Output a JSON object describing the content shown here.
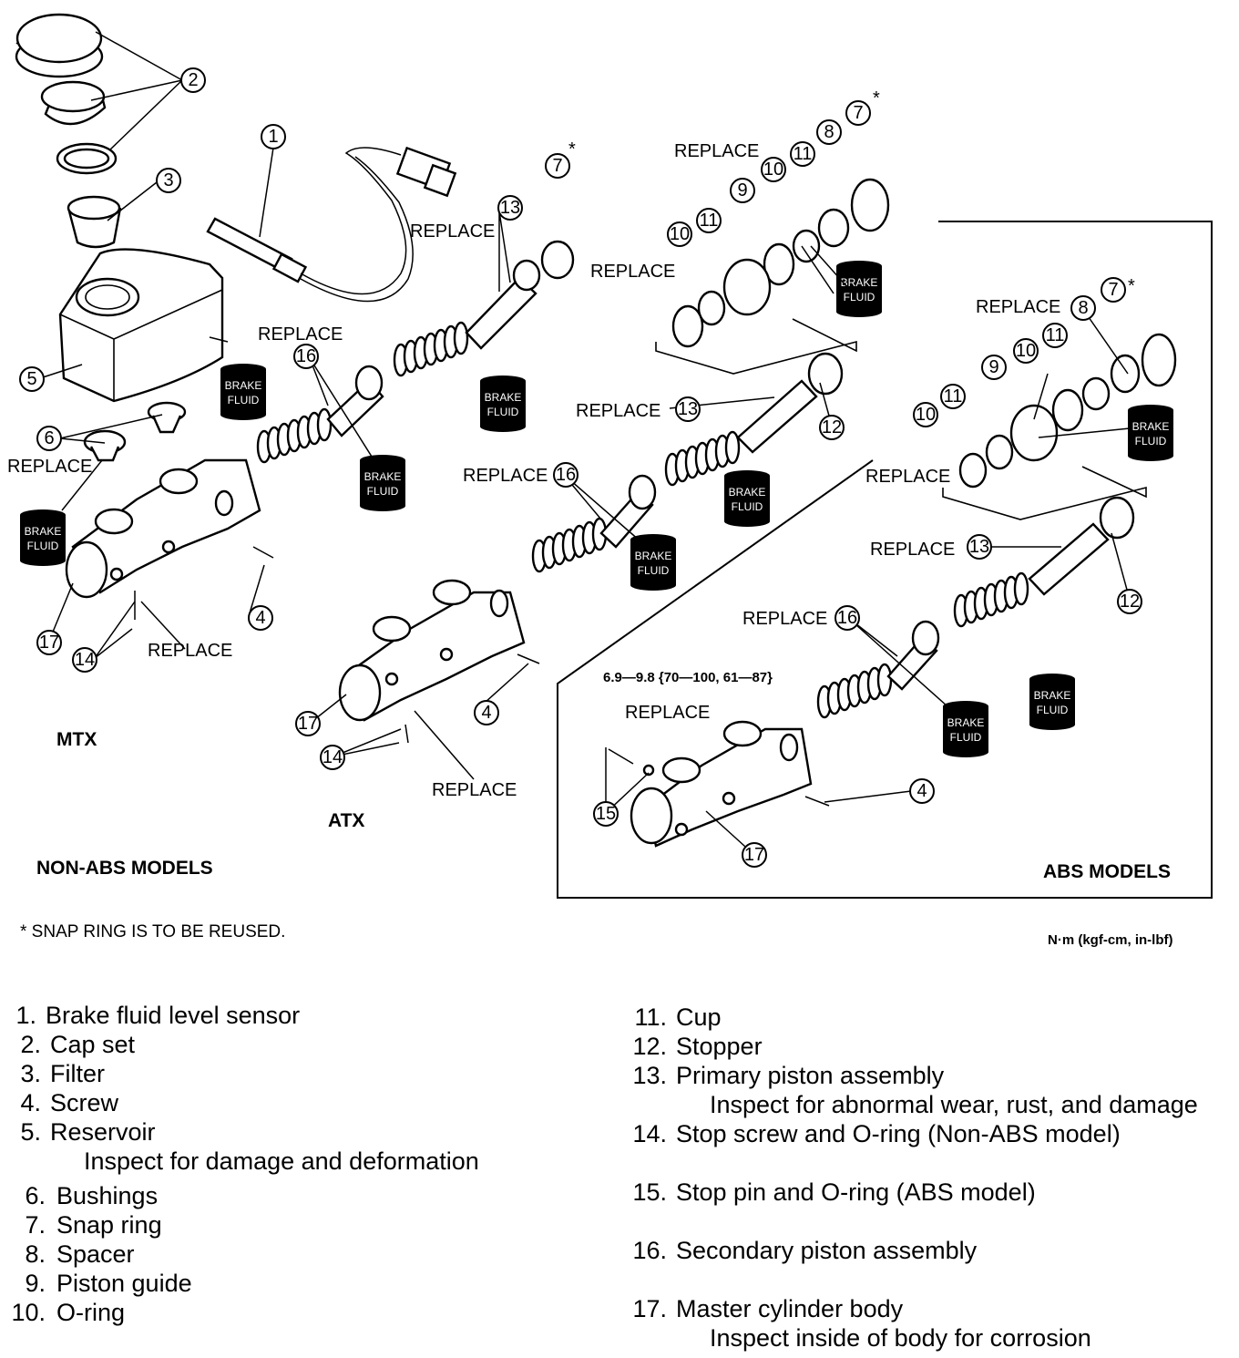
{
  "labels": {
    "replace": "REPLACE",
    "mtx": "MTX",
    "atx": "ATX",
    "non_abs_models": "NON-ABS MODELS",
    "abs_models": "ABS MODELS",
    "torque": "6.9—9.8 {70—100, 61—87}",
    "snap_note": "* SNAP RING IS TO BE REUSED.",
    "units": "N·m (kgf-cm, in-lbf)",
    "brake_fluid_line1": "BRAKE",
    "brake_fluid_line2": "FLUID",
    "asterisk": "*"
  },
  "callouts": [
    "1",
    "2",
    "3",
    "4",
    "5",
    "6",
    "7",
    "8",
    "9",
    "10",
    "11",
    "12",
    "13",
    "14",
    "15",
    "16",
    "17"
  ],
  "parts_list": [
    {
      "no": "1.",
      "name": "Brake fluid level sensor"
    },
    {
      "no": "2.",
      "name": "Cap set"
    },
    {
      "no": "3.",
      "name": "Filter"
    },
    {
      "no": "4.",
      "name": "Screw"
    },
    {
      "no": "5.",
      "name": "Reservoir",
      "note": "Inspect for damage and deformation"
    },
    {
      "no": "6.",
      "name": "Bushings"
    },
    {
      "no": "7.",
      "name": "Snap ring"
    },
    {
      "no": "8.",
      "name": "Spacer"
    },
    {
      "no": "9.",
      "name": "Piston guide"
    },
    {
      "no": "10.",
      "name": "O-ring"
    },
    {
      "no": "11.",
      "name": "Cup"
    },
    {
      "no": "12.",
      "name": "Stopper"
    },
    {
      "no": "13.",
      "name": "Primary piston assembly",
      "note": "Inspect for abnormal wear, rust, and damage"
    },
    {
      "no": "14.",
      "name": "Stop screw and O-ring (Non-ABS model)"
    },
    {
      "no": "15.",
      "name": "Stop pin and O-ring (ABS model)"
    },
    {
      "no": "16.",
      "name": "Secondary piston assembly"
    },
    {
      "no": "17.",
      "name": "Master cylinder body",
      "note": "Inspect inside of body for corrosion"
    }
  ]
}
